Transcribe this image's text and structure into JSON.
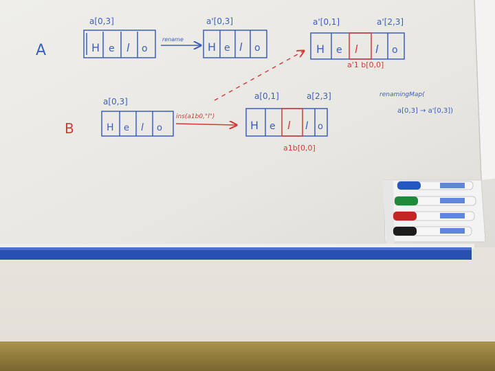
{
  "colors": {
    "blue_marker": "#3a5fc0",
    "red_marker": "#d23a36",
    "tray_blue": "#2a4fb3",
    "floor": "#8f7a3a"
  },
  "row_a": {
    "label": "A",
    "cells": [
      "H",
      "e",
      "l",
      "o"
    ],
    "box1_caption": "a[0,3]",
    "rename_label": "rename",
    "box2_caption": "a'[0,3]",
    "box3_left_caption": "a'[0,1]",
    "box3_right_caption": "a'[2,3]",
    "box3_cells": [
      "H",
      "e",
      "l",
      "l",
      "o"
    ],
    "box3_red_caption": "a'1 b[0,0]"
  },
  "row_b": {
    "label": "B",
    "cells": [
      "H",
      "e",
      "l",
      "o"
    ],
    "box1_caption": "a[0,3]",
    "insert_label": "ins(a1b0,\"l\")",
    "box2_left_caption": "a[0,1]",
    "box2_right_caption": "a[2,3]",
    "box2_cells": [
      "H",
      "e",
      "l",
      "l",
      "o"
    ],
    "box2_red_caption": "a1b[0,0]"
  },
  "renaming": {
    "line1": "renamingMap(",
    "line2": "a[0,3] → a'[0,3])"
  },
  "markers": [
    {
      "cap_color": "#2456c4",
      "label": "blue"
    },
    {
      "cap_color": "#1e8a3a",
      "label": "green"
    },
    {
      "cap_color": "#c42424",
      "label": "red"
    },
    {
      "cap_color": "#1c1c1c",
      "label": "black"
    }
  ]
}
